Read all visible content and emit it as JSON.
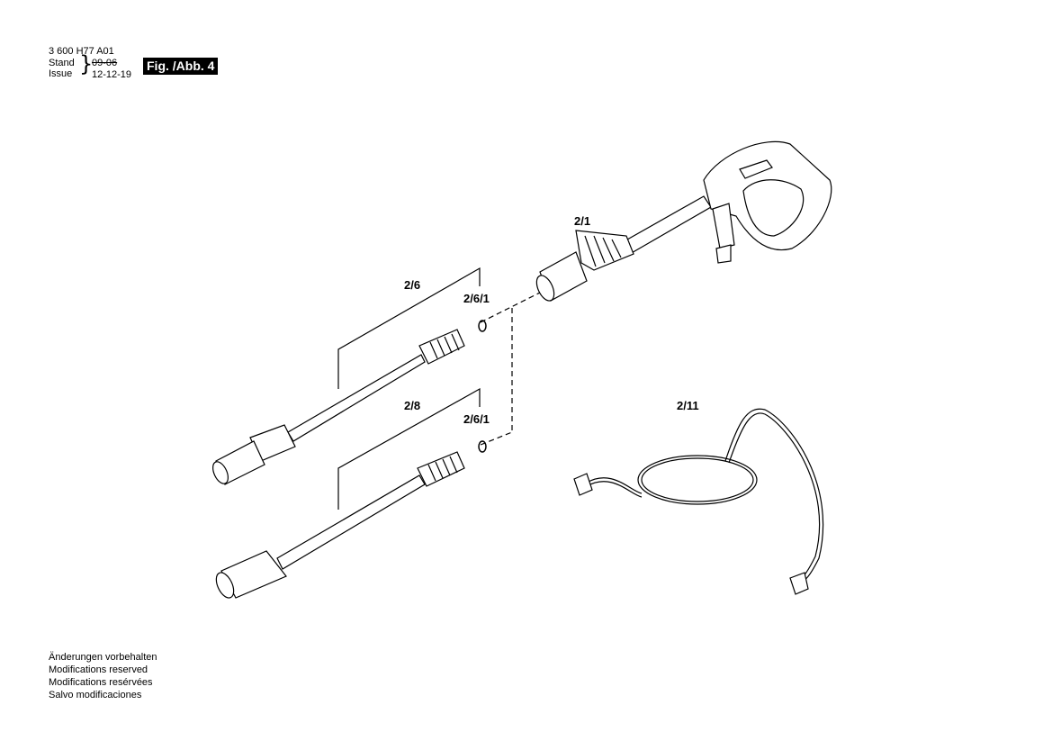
{
  "header": {
    "part_number": "3 600 H77 A01",
    "stand_label": "Stand",
    "issue_label": "Issue",
    "old_date": "09-06",
    "new_date": "12-12-19",
    "figure_label": "Fig. /Abb. 4"
  },
  "parts": {
    "trigger_gun": "2/1",
    "lance_1": "2/6",
    "oring_1": "2/6/1",
    "lance_2": "2/8",
    "oring_2": "2/6/1",
    "hose": "2/11"
  },
  "footer": {
    "line_de": "Änderungen vorbehalten",
    "line_en": "Modifications reserved",
    "line_fr": "Modifications resérvées",
    "line_es": "Salvo modificaciones"
  }
}
